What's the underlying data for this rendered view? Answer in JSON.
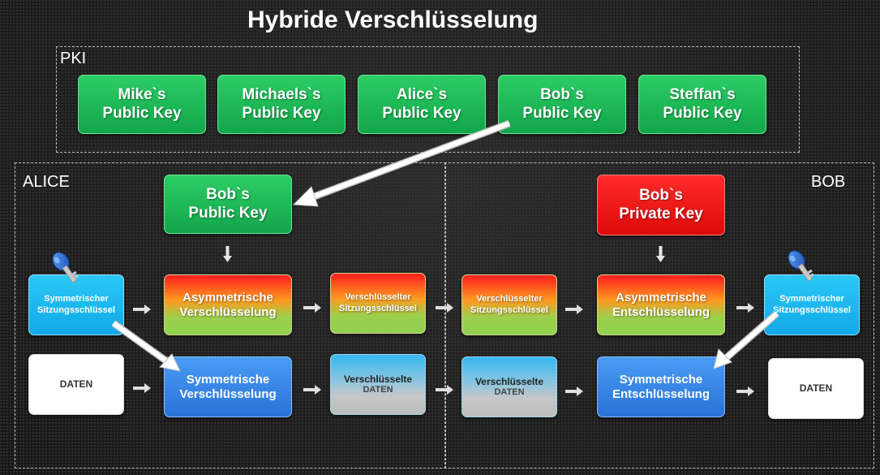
{
  "title": "Hybride Verschlüsselung",
  "regions": {
    "pki": "PKI",
    "alice": "ALICE",
    "bob": "BOB"
  },
  "pki_keys": [
    "Mike`s\nPublic Key",
    "Michaels`s\nPublic Key",
    "Alice`s\nPublic Key",
    "Bob`s\nPublic Key",
    "Steffan`s\nPublic Key"
  ],
  "alice": {
    "public_key": "Bob`s\nPublic Key",
    "session_key": "Symmetrischer\nSitzungsschlüssel",
    "asym_encrypt": "Asymmetrische\nVerschlüsselung",
    "enc_session_key": "Verschlüsselter\nSitzungsschlüssel",
    "data": "DATEN",
    "sym_encrypt": "Symmetrische\nVerschlüsselung",
    "enc_data_title": "Verschlüsselte",
    "enc_data_sub": "DATEN"
  },
  "bob": {
    "private_key": "Bob`s\nPrivate Key",
    "enc_session_key": "Verschlüsselter\nSitzungsschlüssel",
    "asym_decrypt": "Asymmetrische\nEntschlüsselung",
    "session_key": "Symmetrischer\nSitzungsschlüssel",
    "enc_data_title": "Verschlüsselte",
    "enc_data_sub": "DATEN",
    "sym_decrypt": "Symmetrische\nEntschlüsselung",
    "data": "DATEN"
  },
  "colors": {
    "public_key": "#1db857",
    "private_key": "#f01414",
    "session_key": "#1fb5ef",
    "symmetric": "#3a86e8",
    "data": "#ffffff"
  },
  "icons": [
    "key-icon-alice",
    "key-icon-bob"
  ]
}
